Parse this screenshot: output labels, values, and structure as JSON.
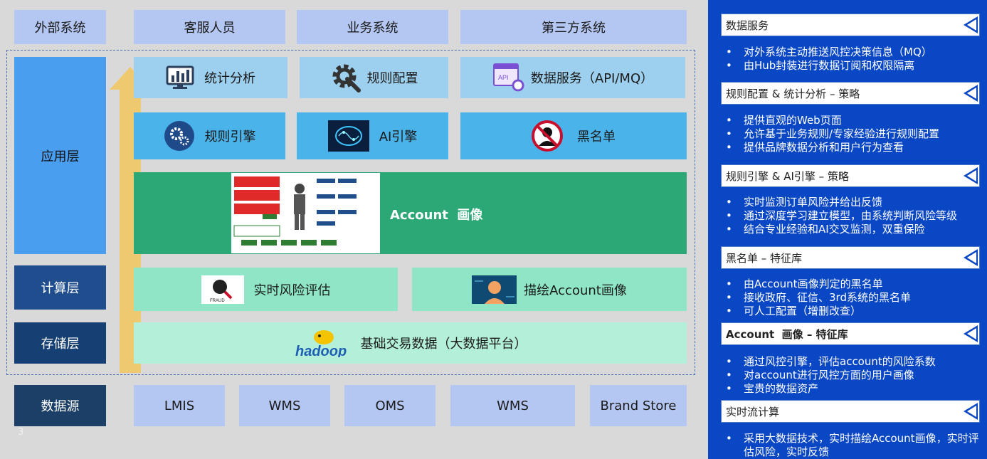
{
  "top_row": {
    "external": "外部系统",
    "service": "客服人员",
    "business": "业务系统",
    "third_party": "第三方系统"
  },
  "layers": {
    "app": "应用层",
    "compute": "计算层",
    "storage": "存储层",
    "source": "数据源"
  },
  "app": {
    "stats": "统计分析",
    "rule_config": "规则配置",
    "data_service": "数据服务（API/MQ）",
    "rule_engine": "规则引擎",
    "ai_engine": "AI引擎",
    "blacklist": "黑名单",
    "account_profile": "Account  画像",
    "thumbnail_tag": "API"
  },
  "compute": {
    "realtime_risk": "实时风险评估",
    "draw_profile": "描绘Account画像",
    "fraud_logo": "FRAUD"
  },
  "storage": {
    "base_data": "基础交易数据（大数据平台）",
    "hadoop_logo": "hadoop"
  },
  "sources": [
    "LMIS",
    "WMS",
    "OMS",
    "WMS",
    "Brand Store"
  ],
  "page_number": "3",
  "panel": [
    {
      "title": "数据服务",
      "bullets": [
        "对外系统主动推送风控决策信息（MQ）",
        "由Hub封装进行数据订阅和权限隔离"
      ]
    },
    {
      "title": "规则配置 & 统计分析 – 策略",
      "bullets": [
        "提供直观的Web页面",
        "允许基于业务规则/专家经验进行规则配置",
        "提供品牌数据分析和用户行为查看"
      ]
    },
    {
      "title": "规则引擎 & AI引擎 – 策略",
      "bullets": [
        "实时监测订单风险并给出反馈",
        "通过深度学习建立模型，由系统判断风险等级",
        "结合专业经验和AI交叉监测，双重保险"
      ]
    },
    {
      "title": "黑名单 – 特征库",
      "bullets": [
        "由Account画像判定的黑名单",
        "接收政府、征信、3rd系统的黑名单",
        "可人工配置（增删改查）"
      ]
    },
    {
      "title": "Account  画像 – 特征库",
      "bullets": [
        "通过风控引擎，评估account的风险系数",
        "对account进行风控方面的用户画像",
        "宝贵的数据资产"
      ]
    },
    {
      "title": "实时流计算",
      "bullets": [
        "采用大数据技术，实时描绘Account画像，实时评估风险，实时反馈"
      ]
    }
  ],
  "colors": {
    "panel_bg": "#0a47c4",
    "green": "#2ba876",
    "mint": "#8fe6c7",
    "arrow": "#f2c65c"
  }
}
